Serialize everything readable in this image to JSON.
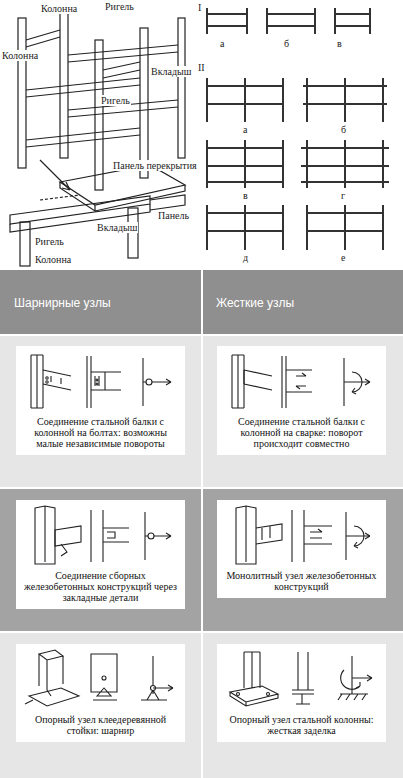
{
  "diagram": {
    "nodes": [
      {
        "text": [
          "Соединение стальной балки с колонной на болтах: возможны малые независимые повороты"
        ]
      },
      {
        "text": [
          "Соединение стальной балки с колонной на сварке: поворот происходит совместно"
        ]
      },
      {
        "text": [
          "Соединение сборных железобетонных конструкций через закладные детали"
        ]
      },
      {
        "text": [
          "Монолитный узел железобетонных конструкций"
        ]
      },
      {
        "text": [
          "Опорный узел клеедеревянной стойки: шарнир"
        ]
      },
      {
        "text": [
          "Опорный узел стальной колонны: жесткая заделка"
        ]
      }
    ],
    "labels": [
      "Колонна",
      "Ригель",
      "Колонна",
      "Вкладыш",
      "Ригель",
      "Панель перекрытия",
      "Вкладыш",
      "Ригель",
      "Колонна",
      "Панель",
      "I",
      "а",
      "б",
      "в",
      "II",
      "а",
      "б",
      "в",
      "г",
      "д",
      "е",
      "Шарнирные узлы",
      "Жесткие узлы"
    ]
  }
}
